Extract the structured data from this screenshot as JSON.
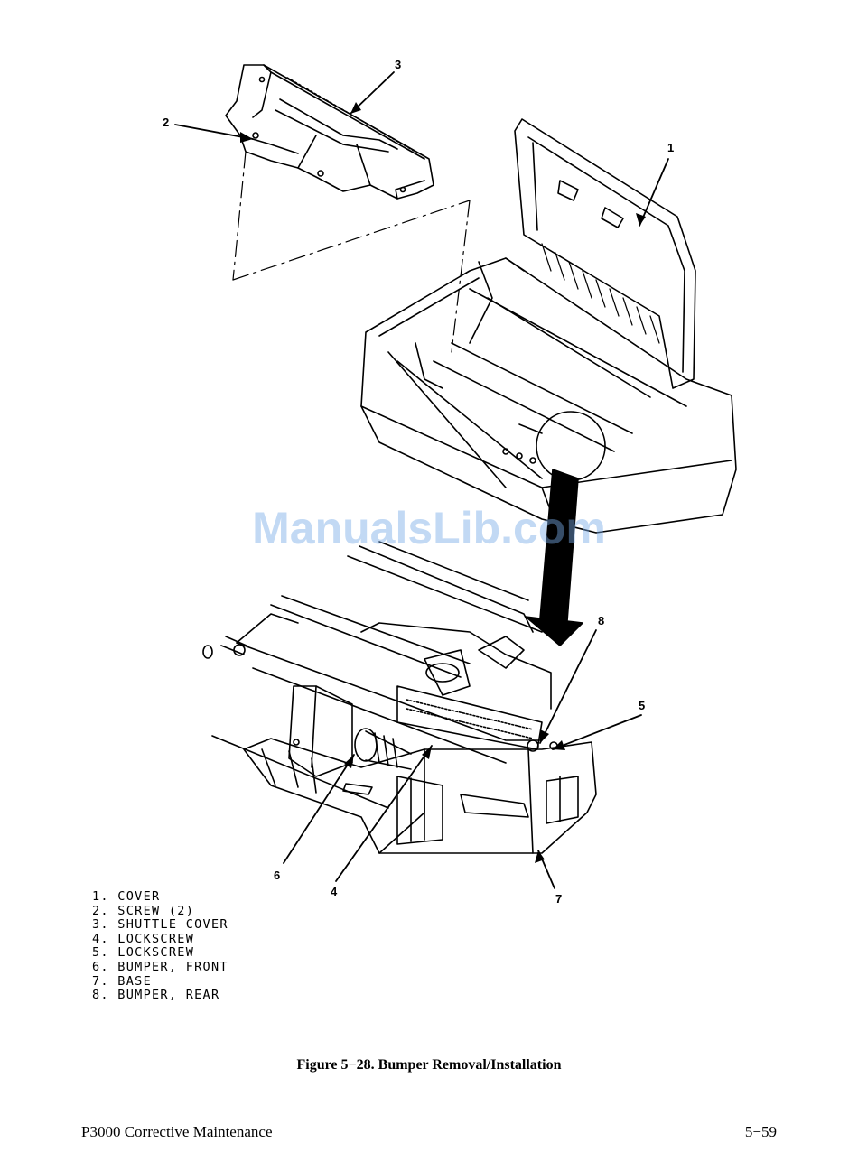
{
  "figure": {
    "callouts": [
      "1",
      "2",
      "3",
      "4",
      "5",
      "6",
      "7",
      "8"
    ],
    "legend": [
      "1. COVER",
      "2. SCREW (2)",
      "3. SHUTTLE COVER",
      "4. LOCKSCREW",
      "5. LOCKSCREW",
      "6. BUMPER, FRONT",
      "7. BASE",
      "8. BUMPER, REAR"
    ],
    "caption": "Figure 5−28. Bumper Removal/Installation"
  },
  "footer": {
    "left": "P3000 Corrective Maintenance",
    "right": "5−59"
  },
  "watermark": "ManualsLib.com"
}
